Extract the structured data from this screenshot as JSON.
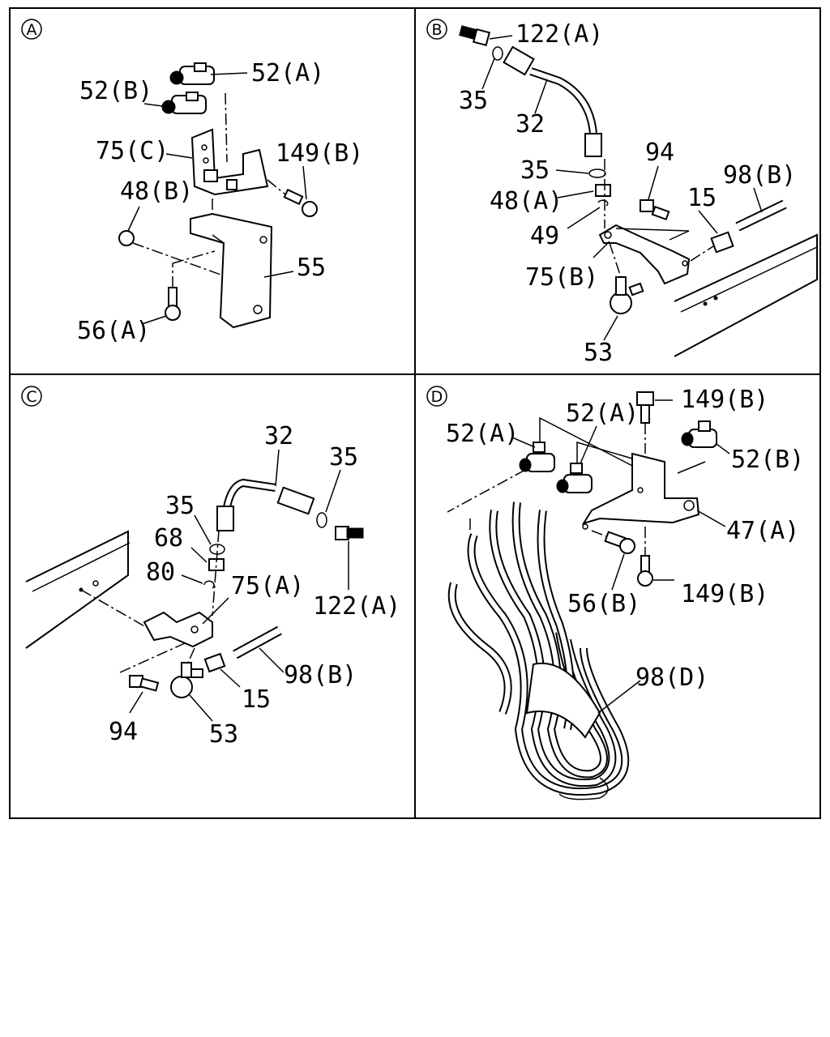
{
  "panels": [
    {
      "tag": "A",
      "labels": [
        "52(A)",
        "52(B)",
        "75(C)",
        "149(B)",
        "48(B)",
        "55",
        "56(A)"
      ]
    },
    {
      "tag": "B",
      "labels": [
        "122(A)",
        "35",
        "32",
        "35",
        "48(A)",
        "49",
        "94",
        "98(B)",
        "15",
        "75(B)",
        "53"
      ]
    },
    {
      "tag": "C",
      "labels": [
        "32",
        "35",
        "35",
        "68",
        "80",
        "75(A)",
        "122(A)",
        "98(B)",
        "15",
        "94",
        "53"
      ]
    },
    {
      "tag": "D",
      "labels": [
        "149(B)",
        "52(A)",
        "52(A)",
        "52(B)",
        "47(A)",
        "56(B)",
        "149(B)",
        "98(D)"
      ]
    }
  ]
}
